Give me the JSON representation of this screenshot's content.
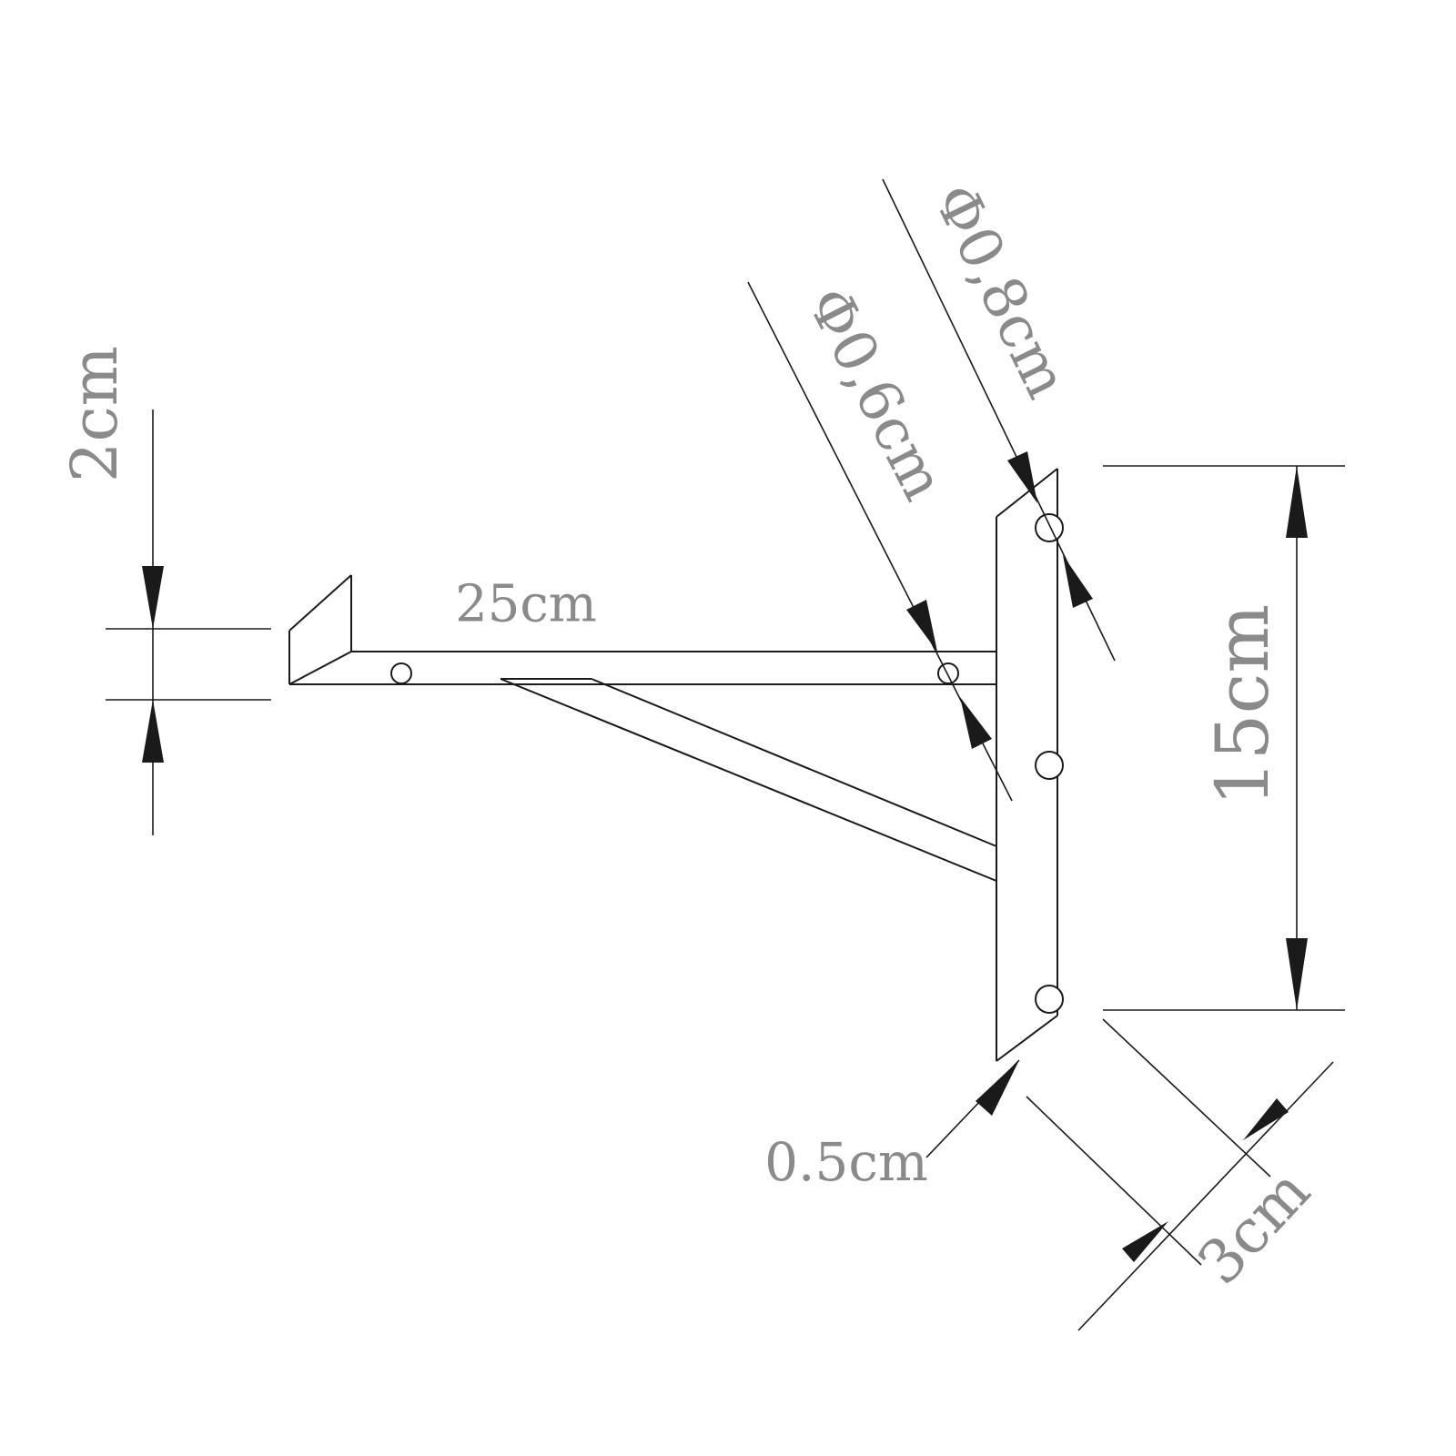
{
  "diagram": {
    "type": "technical-drawing",
    "subject": "shelf bracket",
    "dimensions": {
      "height_left": "2cm",
      "top_length": "25cm",
      "hole_small": "Φ0,6cm",
      "hole_large": "Φ0,8cm",
      "height_right": "15cm",
      "thickness": "0.5cm",
      "width": "3cm"
    }
  }
}
